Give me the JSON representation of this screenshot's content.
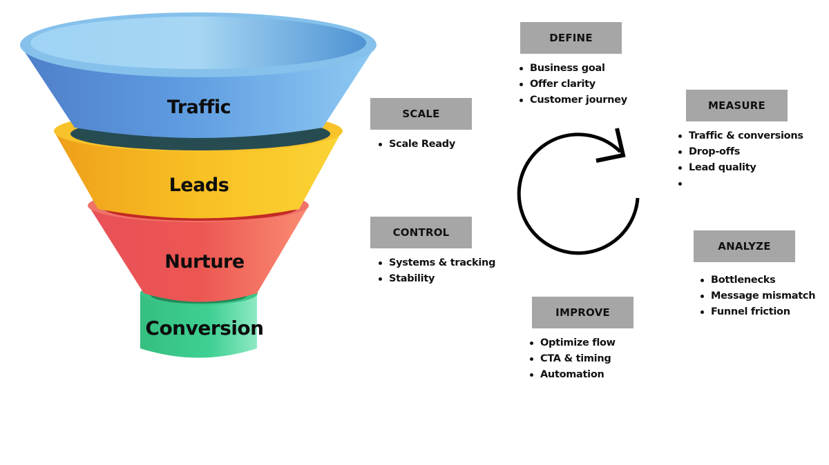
{
  "funnel": {
    "stages": [
      {
        "label": "Traffic",
        "color": "#5b9bd9"
      },
      {
        "label": "Leads",
        "color": "#f5b71c"
      },
      {
        "label": "Nurture",
        "color": "#ee5a55"
      },
      {
        "label": "Conversion",
        "color": "#3ccb8c"
      }
    ]
  },
  "cycle": {
    "icon": "circular-arrow-icon",
    "steps": [
      {
        "id": "define",
        "title": "DEFINE",
        "items": [
          "Business goal",
          "Offer clarity",
          "Customer journey"
        ]
      },
      {
        "id": "measure",
        "title": "MEASURE",
        "items": [
          "Traffic & conversions",
          "Drop-offs",
          "Lead quality",
          ""
        ]
      },
      {
        "id": "analyze",
        "title": "ANALYZE",
        "items": [
          "Bottlenecks",
          "Message mismatch",
          "Funnel friction"
        ]
      },
      {
        "id": "improve",
        "title": "IMPROVE",
        "items": [
          "Optimize flow",
          "CTA & timing",
          "Automation"
        ]
      },
      {
        "id": "control",
        "title": "CONTROL",
        "items": [
          "Systems & tracking",
          "Stability"
        ]
      },
      {
        "id": "scale",
        "title": "SCALE",
        "items": [
          "Scale Ready"
        ]
      }
    ],
    "box_color": "#a6a6a6"
  }
}
